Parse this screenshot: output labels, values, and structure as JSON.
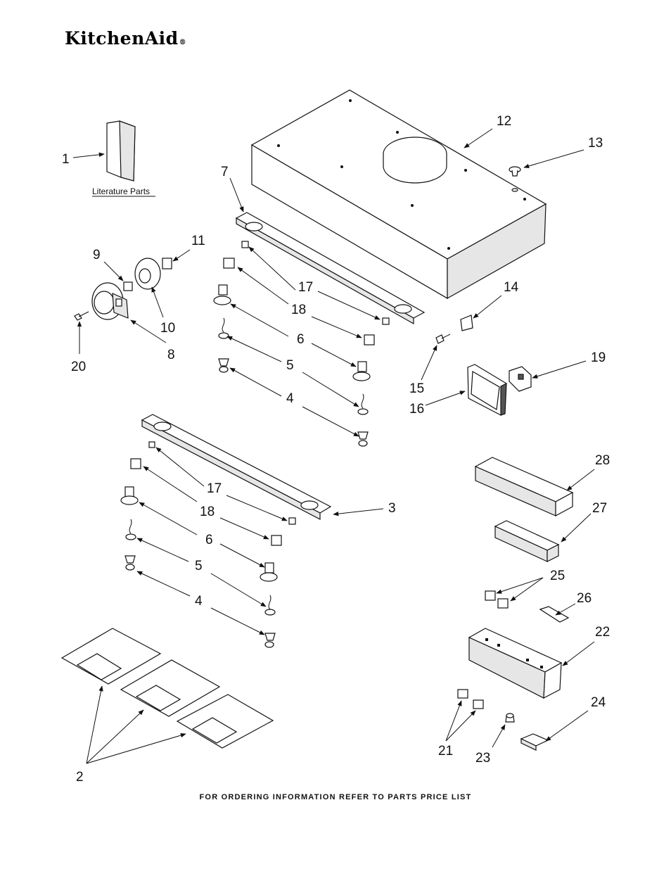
{
  "brand": {
    "name": "KitchenAid",
    "reg": "®"
  },
  "literature_label": "Literature Parts",
  "footer_text": "FOR ORDERING INFORMATION REFER TO PARTS PRICE LIST",
  "callouts": {
    "c1": "1",
    "c2": "2",
    "c3": "3",
    "c4a": "4",
    "c4b": "4",
    "c5a": "5",
    "c5b": "5",
    "c6a": "6",
    "c6b": "6",
    "c7": "7",
    "c8": "8",
    "c9": "9",
    "c10": "10",
    "c11": "11",
    "c12": "12",
    "c13": "13",
    "c14": "14",
    "c15": "15",
    "c16": "16",
    "c17a": "17",
    "c17b": "17",
    "c18a": "18",
    "c18b": "18",
    "c19": "19",
    "c20": "20",
    "c21": "21",
    "c22": "22",
    "c23": "23",
    "c24": "24",
    "c25": "25",
    "c26": "26",
    "c27": "27",
    "c28": "28"
  }
}
